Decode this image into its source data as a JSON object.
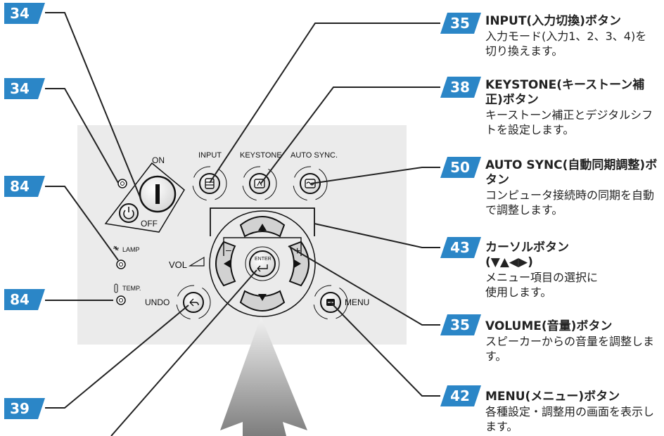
{
  "panel_labels": {
    "on": "ON",
    "off": "OFF",
    "input": "INPUT",
    "keystone": "KEYSTONE",
    "auto_sync": "AUTO SYNC.",
    "lamp": "LAMP",
    "temp": "TEMP.",
    "vol": "VOL",
    "undo": "UNDO",
    "menu": "MENU",
    "enter": "ENTER",
    "minus": "–",
    "plus": "+"
  },
  "left_badges": {
    "power_on": "34",
    "standby": "34",
    "lamp": "84",
    "temp": "84",
    "undo": "39"
  },
  "callouts": [
    {
      "badge": "35",
      "title": "INPUT(入力切換)ボタン",
      "desc": "入力モード(入力1、2、3、4)を切り換えます。"
    },
    {
      "badge": "38",
      "title": "KEYSTONE(キーストーン補正)ボタン",
      "desc": "キーストーン補正とデジタルシフトを設定します。"
    },
    {
      "badge": "50",
      "title": "AUTO SYNC(自動同期調整)ボタン",
      "desc": "コンピュータ接続時の同期を自動で調整します。"
    },
    {
      "badge": "43",
      "title": "カーソルボタン(▼▲◀▶)",
      "desc": "メニュー項目の選択に使用します。"
    },
    {
      "badge": "35",
      "title": "VOLUME(音量)ボタン",
      "desc": "スピーカーからの音量を調整します。"
    },
    {
      "badge": "42",
      "title": "MENU(メニュー)ボタン",
      "desc": "各種設定・調整用の画面を表示します。"
    }
  ],
  "colors": {
    "badge": "#2b86c7",
    "panel": "#ebebeb",
    "button": "#dcdcdc",
    "arrow": "#8a8a8a",
    "line": "#222222"
  }
}
